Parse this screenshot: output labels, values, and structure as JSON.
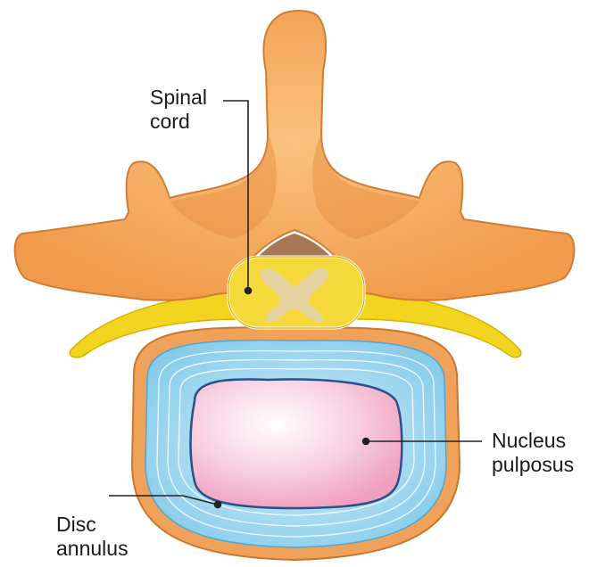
{
  "labels": {
    "spinal_cord": {
      "line1": "Spinal",
      "line2": "cord"
    },
    "nucleus": {
      "line1": "Nucleus",
      "line2": "pulposus"
    },
    "disc": {
      "line1": "Disc",
      "line2": "annulus"
    }
  },
  "colors": {
    "bone": "#f4a55a",
    "bone_dark": "#e08a3c",
    "bone_outline": "#c9772e",
    "ligament": "#f2d21c",
    "cord": "#f4d83a",
    "grey_matter": "#e6d8a6",
    "annulus": "#aee0f4",
    "nucleus": "#f6c6d8",
    "leader": "#222222"
  }
}
